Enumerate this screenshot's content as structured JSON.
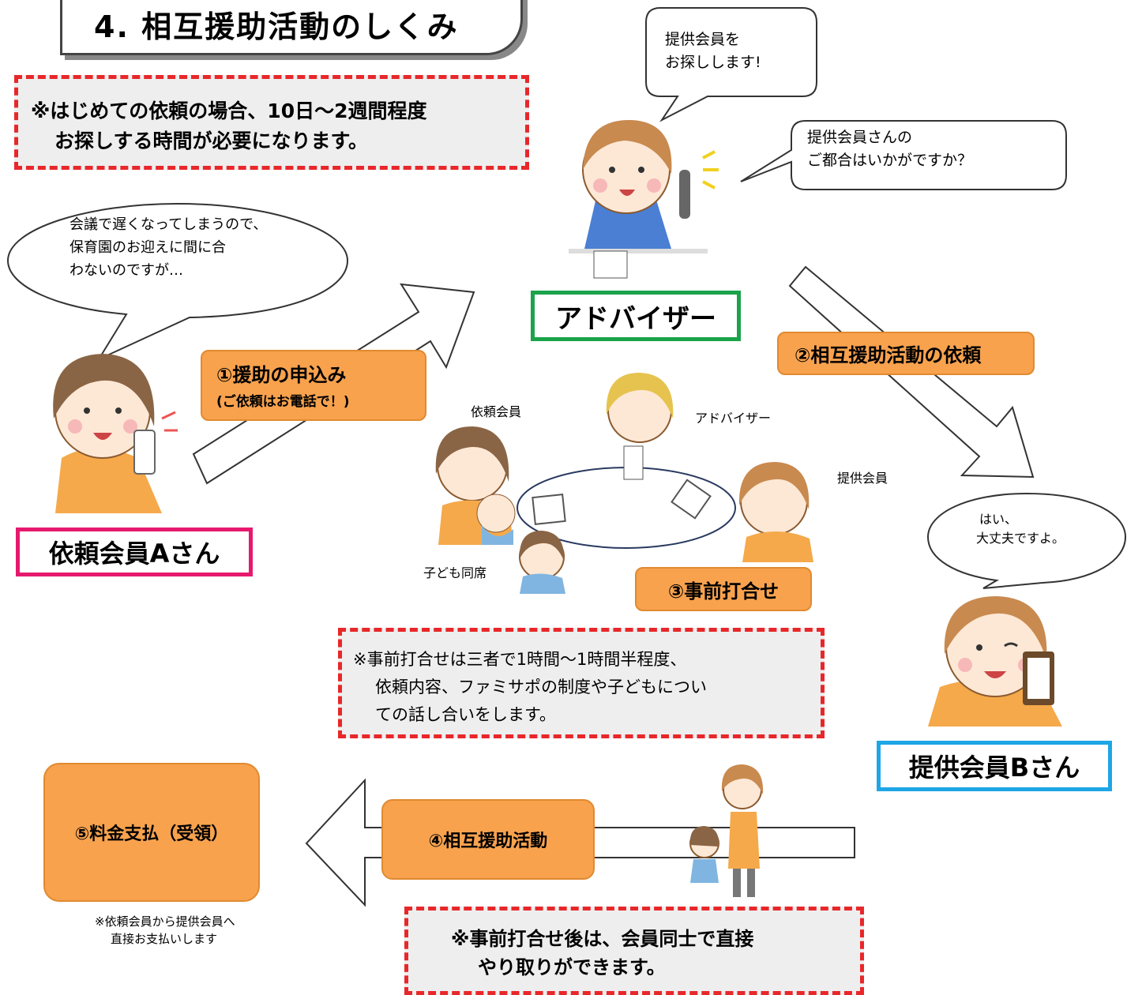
{
  "title": "4. 相互援助活動のしくみ",
  "top_note": [
    "※はじめての依頼の場合、10日〜2週間程度",
    "お探しする時間が必要になります。"
  ],
  "adviser_bubble1": [
    "提供会員を",
    "お探しします!"
  ],
  "adviser_bubble2": [
    "提供会員さんの",
    "ご都合はいかがですか？"
  ],
  "requester_bubble": [
    "会議で遅くなってしまうので、",
    "保育園のお迎えに間に合",
    "わないのですが…"
  ],
  "provider_bubble": [
    "はい、",
    "大丈夫ですよ。"
  ],
  "labels": {
    "adviser": "アドバイザー",
    "requester": "依頼会員Aさん",
    "provider": "提供会員Bさん"
  },
  "steps": {
    "step1": "①援助の申込み",
    "step1_sub": "(ご依頼はお電話で！)",
    "step2": "②相互援助活動の依頼",
    "step3": "③事前打合せ",
    "step4": "④相互援助活動",
    "step5": "⑤料金支払（受領）"
  },
  "meeting": {
    "requester": "依頼会員",
    "adviser": "アドバイザー",
    "provider": "提供会員",
    "child": "子ども同席"
  },
  "meeting_note": [
    "※事前打合せは三者で1時間〜1時間半程度、",
    "依頼内容、ファミサポの制度や子どもについ",
    "ての話し合いをします。"
  ],
  "payment_note": [
    "※依頼会員から提供会員へ",
    "直接お支払いします"
  ],
  "after_note": [
    "※事前打合せ後は、会員同士で直接",
    "やり取りができます。"
  ],
  "colors": {
    "accent_orange": "#f8a24e",
    "dashed_red": "#e8272a",
    "adviser_frame": "#1aa34a",
    "requester_frame": "#e6196e",
    "provider_frame": "#1ea6e6"
  }
}
